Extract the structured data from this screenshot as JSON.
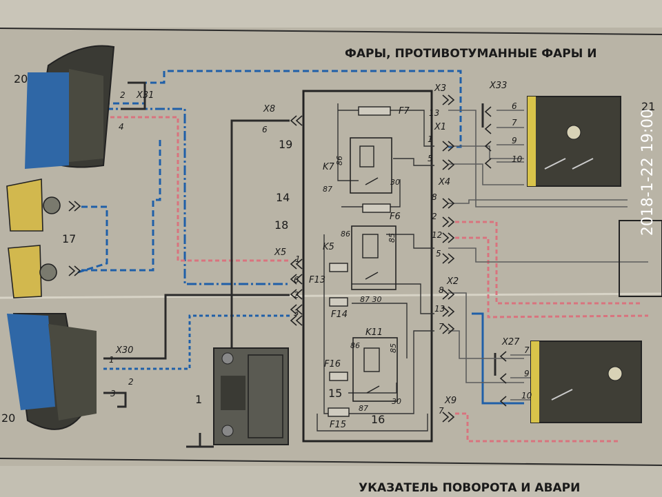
{
  "header": {
    "title": "ФАРЫ, ПРОТИВОТУМАННЫЕ ФАРЫ И",
    "footer_title": "УКАЗАТЕЛЬ ПОВОРОТА И АВАРИ"
  },
  "photo": {
    "timestamp": "2018-1-22 19:00"
  },
  "components": {
    "c20_top": "20",
    "c20_bottom": "20",
    "c17": "17",
    "c1": "1",
    "c21": "21",
    "c14": "14",
    "c18": "18",
    "c19": "19",
    "c15": "15",
    "c16": "16"
  },
  "connectors": {
    "x31": "X31",
    "x30": "X30",
    "x8": "X8",
    "x5": "X5",
    "x3": "X3",
    "x1": "X1",
    "x4": "X4",
    "x2": "X2",
    "x9": "X9",
    "x33": "X33",
    "x27": "X27"
  },
  "relays": {
    "k7": "K7",
    "k5": "K5",
    "k11": "K11"
  },
  "fuses": {
    "f7": "F7",
    "f6": "F6",
    "f13": "F13",
    "f14": "F14",
    "f15": "F15",
    "f16": "F16"
  },
  "relay_pins": {
    "p86": "86",
    "p87": "87",
    "p30": "30",
    "p85": "85",
    "p8730": "87 30"
  },
  "pins": {
    "n1": "1",
    "n2": "2",
    "n3": "3",
    "n4": "4",
    "n5": "5",
    "n6": "6",
    "n7": "7",
    "n8": "8",
    "n9": "9",
    "n10": "10",
    "n12": "12",
    "n13": "13"
  },
  "colors": {
    "paper": "#b9b4a6",
    "blue_wire": "#1f5fa8",
    "pink_wire": "#d9737e",
    "black_wire": "#2a2a2a",
    "grey_wire": "#6e6e6e",
    "timestamp": "#ffffff"
  }
}
